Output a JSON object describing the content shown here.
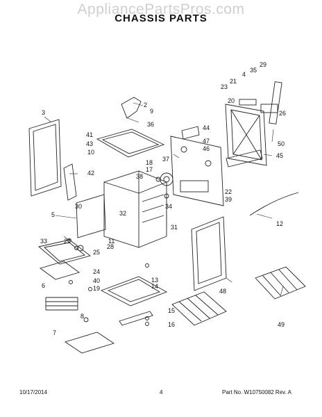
{
  "watermark": "AppliancePartsPros.com",
  "title": "CHASSIS PARTS",
  "footer": {
    "date": "10/17/2014",
    "page": "4",
    "part_no": "Part No. W10750082  Rev. A"
  },
  "callouts": [
    "2",
    "3",
    "4",
    "5",
    "6",
    "7",
    "8",
    "9",
    "10",
    "11",
    "12",
    "13",
    "14",
    "15",
    "16",
    "17",
    "18",
    "19",
    "20",
    "21",
    "22",
    "23",
    "24",
    "25",
    "26",
    "27",
    "28",
    "29",
    "30",
    "31",
    "32",
    "33",
    "34",
    "35",
    "36",
    "37",
    "38",
    "39",
    "40",
    "41",
    "42",
    "43",
    "44",
    "45",
    "46",
    "47",
    "48",
    "49",
    "50"
  ]
}
